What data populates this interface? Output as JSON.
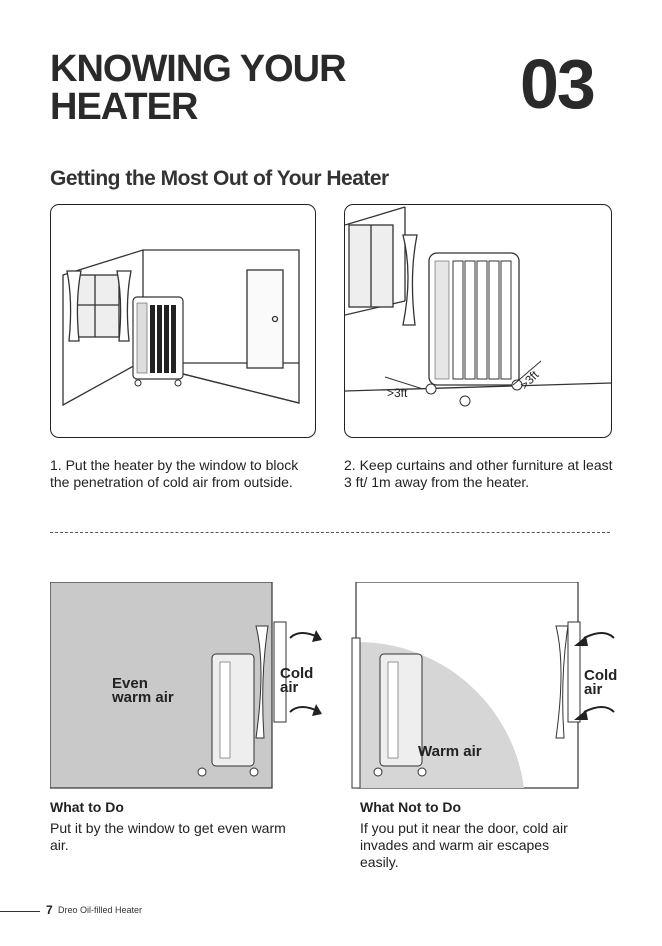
{
  "header": {
    "title_line1": "KNOWING YOUR",
    "title_line2": "HEATER",
    "chapter_number": "03"
  },
  "section": {
    "heading": "Getting the Most Out of Your Heater"
  },
  "tips": [
    {
      "caption": "1. Put the heater by the window to block the penetration of cold air from outside."
    },
    {
      "caption": "2. Keep curtains and other furniture at least 3 ft/ 1m away from the heater.",
      "distance_left": ">3ft",
      "distance_right": ">3ft"
    }
  ],
  "comparison": {
    "do": {
      "heading": "What to Do",
      "text": "Put it by the window to get even warm air.",
      "label_warm_line1": "Even",
      "label_warm_line2": "warm air",
      "label_cold_line1": "Cold",
      "label_cold_line2": "air"
    },
    "dont": {
      "heading": "What Not to Do",
      "text": "If you put it near the door, cold air invades and warm air escapes easily.",
      "label_warm": "Warm air",
      "label_cold_line1": "Cold",
      "label_cold_line2": "air"
    }
  },
  "footer": {
    "page_number": "7",
    "product_name": "Dreo Oil-filled Heater"
  }
}
